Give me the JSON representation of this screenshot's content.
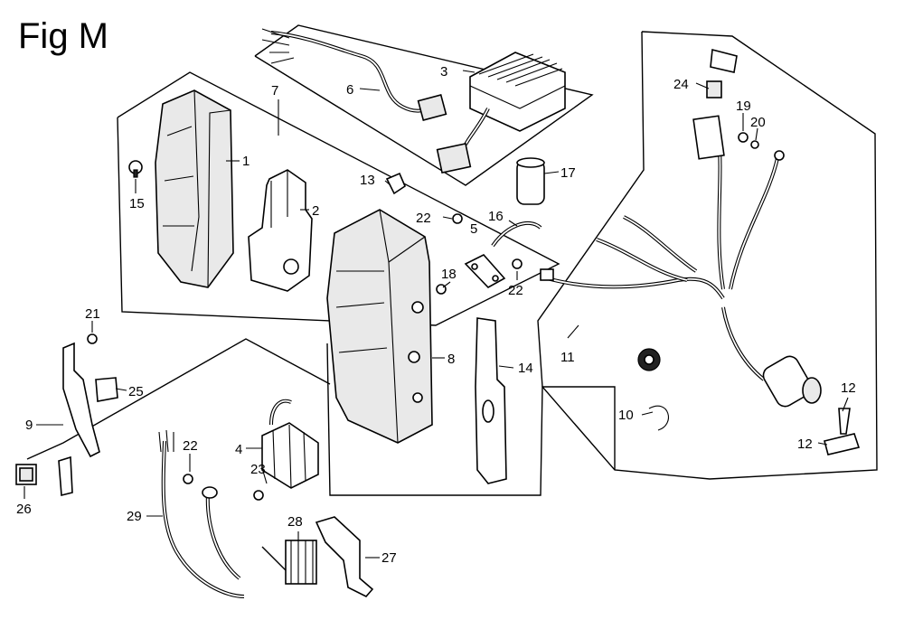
{
  "figure": {
    "title": "Fig M"
  },
  "callouts": [
    "1",
    "2",
    "3",
    "4",
    "5",
    "6",
    "7",
    "8",
    "9",
    "10",
    "11",
    "12",
    "12",
    "13",
    "14",
    "15",
    "16",
    "17",
    "18",
    "19",
    "20",
    "21",
    "22",
    "22",
    "22",
    "23",
    "24",
    "25",
    "26",
    "27",
    "28",
    "29"
  ]
}
